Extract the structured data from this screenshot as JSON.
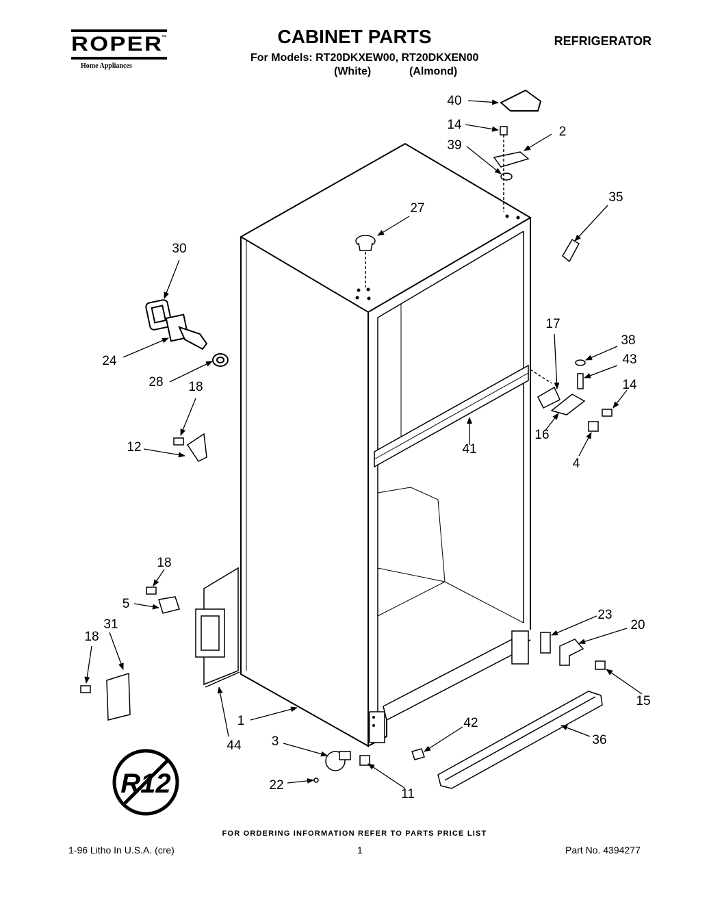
{
  "header": {
    "brand": "ROPER",
    "brand_tm": "™",
    "brand_subtitle": "Home Appliances",
    "title": "CABINET PARTS",
    "models_line": "For Models: RT20DKXEW00, RT20DKXEN00",
    "variant_white": "(White)",
    "variant_almond": "(Almond)",
    "appliance": "REFRIGERATOR"
  },
  "diagram": {
    "part_labels": [
      "40",
      "14",
      "2",
      "39",
      "35",
      "27",
      "30",
      "24",
      "28",
      "18",
      "12",
      "17",
      "38",
      "43",
      "14",
      "16",
      "41",
      "4",
      "18",
      "5",
      "31",
      "18",
      "23",
      "20",
      "15",
      "1",
      "44",
      "3",
      "42",
      "36",
      "22",
      "11"
    ],
    "r12_mark": "R12"
  },
  "footer": {
    "order_note": "FOR ORDERING INFORMATION REFER TO PARTS PRICE LIST",
    "litho": "1-96 Litho In U.S.A. (cre)",
    "page_number": "1",
    "part_number": "Part No. 4394277"
  }
}
